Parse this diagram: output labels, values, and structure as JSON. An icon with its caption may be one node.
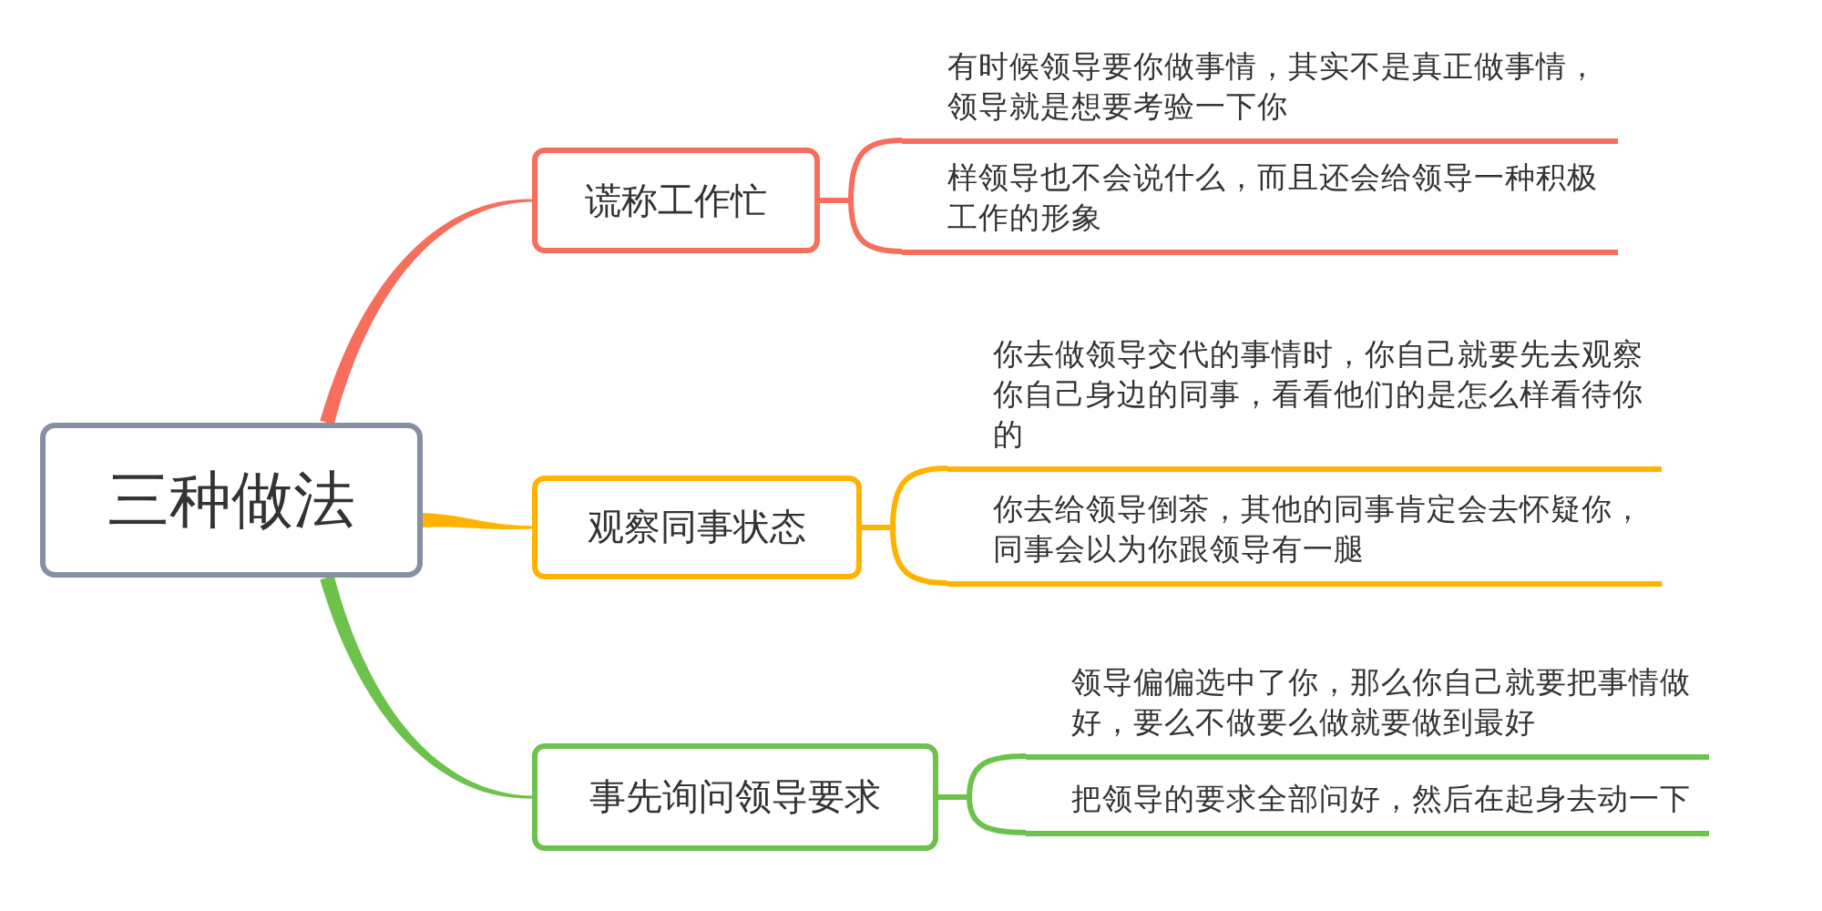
{
  "diagram": {
    "nodes": [
      {
        "text": [
          "三种做法"
        ]
      },
      {
        "text": [
          "谎称工作忙"
        ]
      },
      {
        "text": [
          "有时候领导要你做事情，其实不是真正做事情，领导就是想要考验一下你"
        ]
      },
      {
        "text": [
          "样领导也不会说什么，而且还会给领导一种积极工作的形象"
        ]
      },
      {
        "text": [
          "观察同事状态"
        ]
      },
      {
        "text": [
          "你去做领导交代的事情时，你自己就要先去观察你自己身边的同事，看看他们的是怎么样看待你的"
        ]
      },
      {
        "text": [
          "你去给领导倒茶，其他的同事肯定会去怀疑你，同事会以为你跟领导有一腿"
        ]
      },
      {
        "text": [
          "事先询问领导要求"
        ]
      },
      {
        "text": [
          "领导偏偏选中了你，那么你自己就要把事情做好，要么不做要么做就要做到最好"
        ]
      },
      {
        "text": [
          "把领导的要求全部问好，然后在起身去动一下"
        ]
      }
    ],
    "edges": [
      {
        "from": 0,
        "to": 1,
        "arrow": "none",
        "style": "thick",
        "color": "#f76e5c"
      },
      {
        "from": 1,
        "to": 2,
        "arrow": "none",
        "color": "#f76e5c"
      },
      {
        "from": 1,
        "to": 3,
        "arrow": "none",
        "color": "#f76e5c"
      },
      {
        "from": 0,
        "to": 4,
        "arrow": "none",
        "style": "thick",
        "color": "#ffb200"
      },
      {
        "from": 4,
        "to": 5,
        "arrow": "none",
        "color": "#ffb200"
      },
      {
        "from": 4,
        "to": 6,
        "arrow": "none",
        "color": "#ffb200"
      },
      {
        "from": 0,
        "to": 7,
        "arrow": "none",
        "style": "thick",
        "color": "#6cc24a"
      },
      {
        "from": 7,
        "to": 8,
        "arrow": "none",
        "color": "#6cc24a"
      },
      {
        "from": 7,
        "to": 9,
        "arrow": "none",
        "color": "#6cc24a"
      }
    ]
  }
}
